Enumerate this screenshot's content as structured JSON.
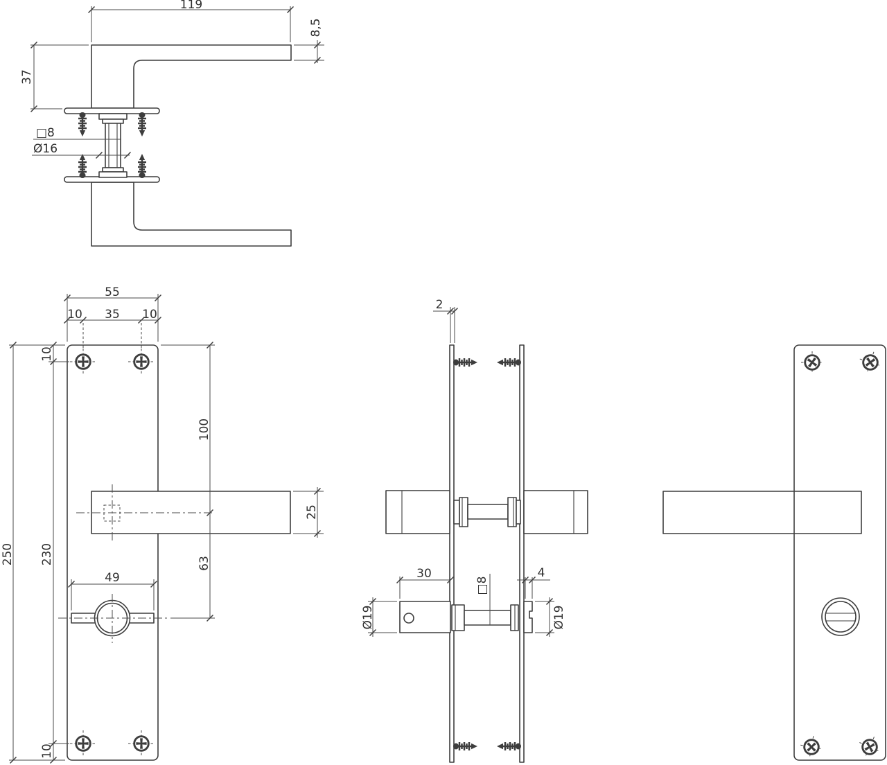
{
  "drawing": {
    "background": "#ffffff",
    "line_color": "#3d3d3d",
    "views": {
      "lever_side": {
        "title": "lever pair side view",
        "dims": {
          "length": "119",
          "bar_thickness": "8,5",
          "height": "37",
          "spindle_square": "□8",
          "rose_neck_dia": "Ø16"
        }
      },
      "plate_front": {
        "title": "backplate front view",
        "dims": {
          "plate_width": "55",
          "screw_inset_left": "10",
          "screw_spacing_h": "35",
          "screw_inset_right": "10",
          "screw_top_offset": "10",
          "plate_height": "250",
          "screw_spacing_v": "230",
          "handle_center_from_top": "100",
          "handle_to_turn": "63",
          "lever_height": "25",
          "turn_width": "49",
          "screw_bottom_offset": "10"
        }
      },
      "section_side": {
        "title": "mounted section view",
        "dims": {
          "plate_thickness": "2",
          "turn_knob_length": "30",
          "spindle_square": "□8",
          "release_projection": "4",
          "turn_dia": "Ø19",
          "release_dia": "Ø19"
        }
      },
      "plate_back": {
        "title": "backplate rear view",
        "dims": {}
      }
    }
  }
}
